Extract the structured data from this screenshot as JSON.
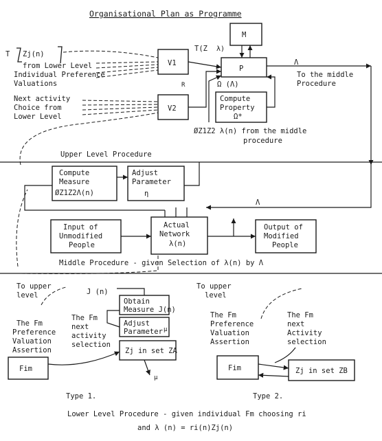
{
  "title": "Organisational Plan as Programme",
  "upper": {
    "t_label": "T",
    "zj_label": "Zj(n)",
    "left_text_1": [
      "from Lower Level",
      "Individual Preference",
      "Valuations"
    ],
    "left_text_2": [
      "Next activity",
      "Choice from",
      "Lower Level"
    ],
    "v1": "V1",
    "v2": "V2",
    "m": "M",
    "p": "P",
    "t_z": "T(Z",
    "omega_lambda": "Ω (Λ)",
    "compute_property": [
      "Compute",
      "Property",
      "Ω*"
    ],
    "to_middle": [
      "To the middle",
      "Procedure"
    ],
    "phi_label": "ØZ1Z2 λ(n) from the middle",
    "phi_label_2": "procedure",
    "r_label": "R",
    "lambda": "Λ",
    "section_title": "Upper Level Procedure"
  },
  "middle": {
    "compute_measure": [
      "Compute",
      "Measure",
      "ØZ1Z2Λ(n)"
    ],
    "adjust_parameter": [
      "Adjust",
      "Parameter",
      "η"
    ],
    "input_box": [
      "Input of",
      "Unmodified",
      "People"
    ],
    "network_box": [
      "Actual",
      "Network",
      "λ(n)"
    ],
    "output_box": [
      "Output of",
      "Modified",
      "People"
    ],
    "lambda": "Λ",
    "caption": "Middle Procedure - given Selection of λ(n) by Λ"
  },
  "lower": {
    "type1": {
      "to_upper": [
        "To upper",
        "level"
      ],
      "obtain_measure": [
        "Obtain",
        "Measure J(n)"
      ],
      "adjust_parameter": [
        "Adjust",
        "Parameter"
      ],
      "j_label": "J (n)",
      "left_assert": [
        "The Fm",
        "Preference",
        "Valuation",
        "Assertion"
      ],
      "next_sel": [
        "The Fm",
        "next",
        "activity",
        "selection"
      ],
      "zj_box": "Zj in set ZA",
      "fim": "Fim",
      "mu": "μ",
      "caption": "Type 1."
    },
    "type2": {
      "to_upper": [
        "To upper",
        "level"
      ],
      "left_assert": [
        "The Fm",
        "Preference",
        "Valuation",
        "Assertion"
      ],
      "next_sel": [
        "The Fm",
        "next",
        "Activity",
        "selection"
      ],
      "fim": "Fim",
      "zj_box": "Zj in set ZB",
      "caption": "Type 2."
    },
    "caption_1": "Lower Level Procedure - given individual Fm choosing ri",
    "caption_2": "and λ (n) = ri(n)Zj(n)"
  }
}
